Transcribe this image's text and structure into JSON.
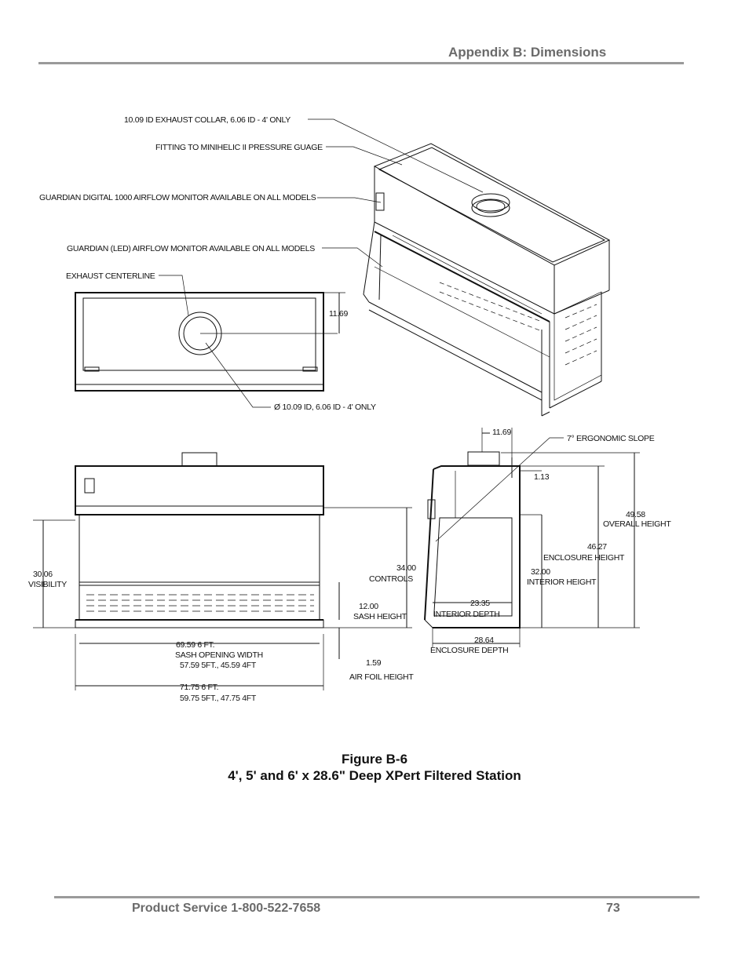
{
  "header": {
    "title": "Appendix B: Dimensions"
  },
  "footer": {
    "left": "Product Service 1-800-522-7658",
    "page_number": "73"
  },
  "caption": {
    "line1": "Figure B-6",
    "line2": "4', 5' and 6' x 28.6\" Deep XPert Filtered Station"
  },
  "callouts": {
    "exhaust_collar": "10.09 ID EXHAUST COLLAR, 6.06 ID - 4' ONLY",
    "fitting": "FITTING TO MINIHELIC II PRESSURE GUAGE",
    "guardian_digital": "GUARDIAN DIGITAL 1000 AIRFLOW MONITOR AVAILABLE ON ALL MODELS",
    "guardian_led": "GUARDIAN (LED) AIRFLOW MONITOR AVAILABLE ON ALL MODELS",
    "exhaust_centerline": "EXHAUST CENTERLINE",
    "top_dim": "11.69",
    "collar_dia": "Ø 10.09 ID, 6.06 ID - 4' ONLY"
  },
  "front_view": {
    "visibility_value": "30.06",
    "visibility_label": "VISIBILITY",
    "controls_value": "34.00",
    "controls_label": "CONTROLS",
    "sash_height_value": "12.00",
    "sash_height_label": "SASH HEIGHT",
    "sash_width_value": "69.59 6 FT.",
    "sash_width_label": "SASH OPENING WIDTH",
    "sash_width_alt": "57.59 5FT., 45.59 4FT",
    "airfoil_value": "1.59",
    "airfoil_label": "AIR FOIL HEIGHT",
    "overall_width_value": "71.75 6 FT.",
    "overall_width_alt": "59.75 5FT., 47.75 4FT"
  },
  "side_view": {
    "top_value": "11.69",
    "slope_label": "7° ERGONOMIC SLOPE",
    "collar_height": "1.13",
    "overall_height_value": "49.58",
    "overall_height_label": "OVERALL HEIGHT",
    "enclosure_height_value": "46.27",
    "enclosure_height_label": "ENCLOSURE HEIGHT",
    "interior_height_value": "32.00",
    "interior_height_label": "INTERIOR HEIGHT",
    "interior_depth_value": "23.35",
    "interior_depth_label": "INTERIOR DEPTH",
    "enclosure_depth_value": "28.64",
    "enclosure_depth_label": "ENCLOSURE DEPTH"
  }
}
